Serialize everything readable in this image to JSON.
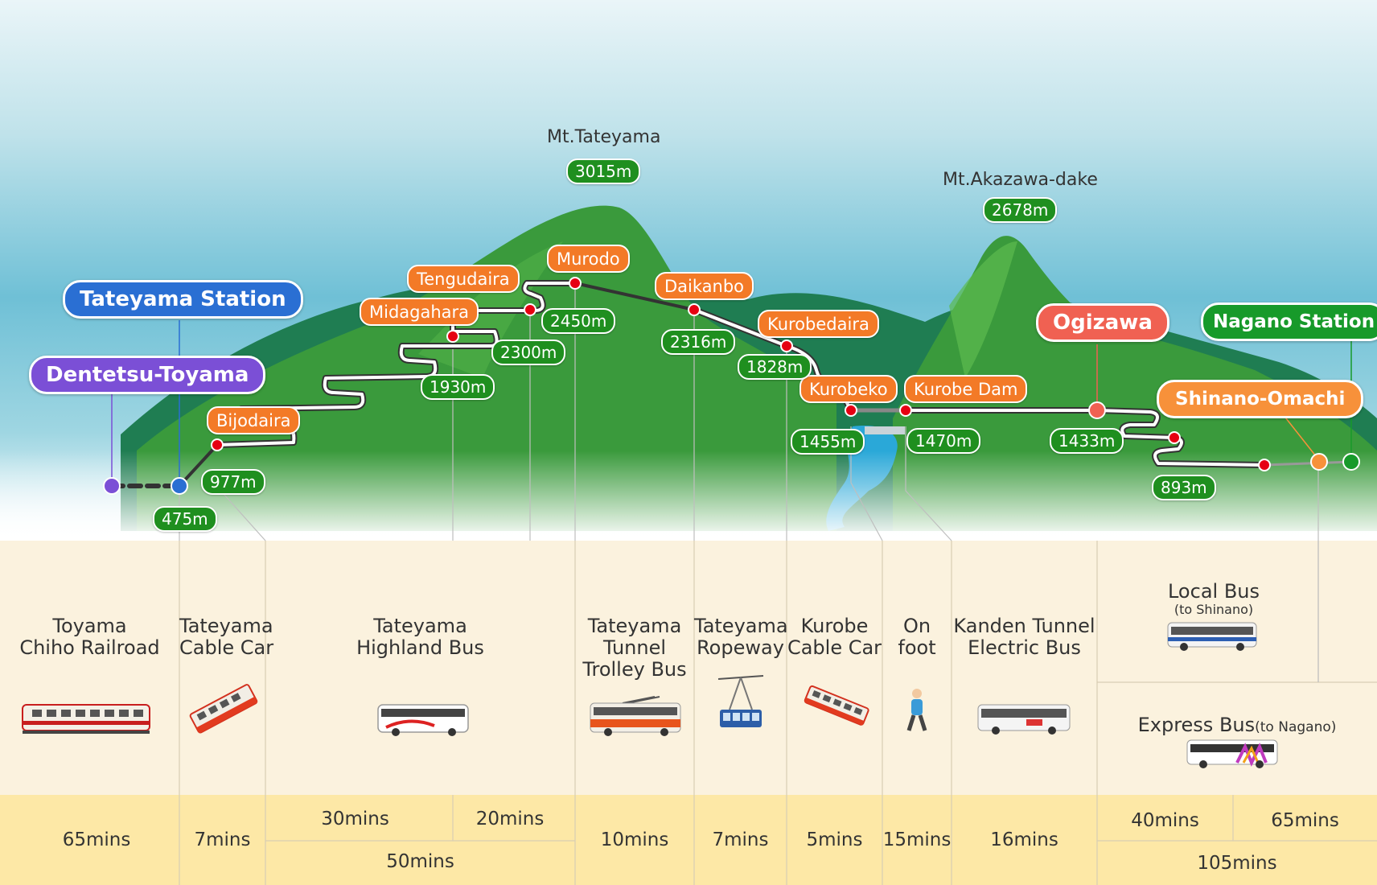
{
  "peaks": [
    {
      "name": "Mt.Tateyama",
      "height": "3015m"
    },
    {
      "name": "Mt.Akazawa-dake",
      "height": "2678m"
    }
  ],
  "terminals": {
    "tateyama_station": "Tateyama Station",
    "dentetsu_toyama": "Dentetsu-Toyama",
    "ogizawa": "Ogizawa",
    "nagano_station": "Nagano Station",
    "shinano_omachi": "Shinano-Omachi"
  },
  "stations": [
    {
      "name": "Bijodaira",
      "alt": "977m"
    },
    {
      "name": "Midagahara",
      "alt": "1930m"
    },
    {
      "name": "Tengudaira",
      "alt": "2300m"
    },
    {
      "name": "Murodo",
      "alt": "2450m"
    },
    {
      "name": "Daikanbo",
      "alt": "2316m"
    },
    {
      "name": "Kurobedaira",
      "alt": "1828m"
    },
    {
      "name": "Kurobeko",
      "alt": "1455m"
    },
    {
      "name": "Kurobe Dam",
      "alt": "1470m"
    }
  ],
  "altitudes": {
    "tateyama": "475m",
    "ogizawa": "1433m",
    "omachi_side": "893m"
  },
  "transports": [
    {
      "lines": [
        "Toyama",
        "Chiho Railroad"
      ],
      "icon": "train-icon",
      "time": "65mins"
    },
    {
      "lines": [
        "Tateyama",
        "Cable Car"
      ],
      "icon": "cable-car-icon",
      "time": "7mins"
    },
    {
      "lines": [
        "Tateyama",
        "Highland Bus"
      ],
      "icon": "bus-icon",
      "time_a": "30mins",
      "time_b": "20mins",
      "time_total": "50mins"
    },
    {
      "lines": [
        "Tateyama",
        "Tunnel",
        "Trolley Bus"
      ],
      "icon": "trolley-bus-icon",
      "time": "10mins"
    },
    {
      "lines": [
        "Tateyama",
        "Ropeway"
      ],
      "icon": "ropeway-icon",
      "time": "7mins"
    },
    {
      "lines": [
        "Kurobe",
        "Cable Car"
      ],
      "icon": "cable-car-icon",
      "time": "5mins"
    },
    {
      "lines": [
        "On",
        "foot"
      ],
      "icon": "walker-icon",
      "time": "15mins"
    },
    {
      "lines": [
        "Kanden Tunnel",
        "Electric Bus"
      ],
      "icon": "electric-bus-icon",
      "time": "16mins"
    }
  ],
  "local_bus": {
    "label": "Local Bus",
    "sub": "(to Shinano)",
    "icon": "local-bus-icon",
    "time_a": "40mins",
    "time_b": "65mins"
  },
  "express_bus": {
    "label": "Express Bus",
    "sub": "(to Nagano)",
    "icon": "express-bus-icon",
    "time_total": "105mins"
  },
  "colors": {
    "station_pill": "#f37a27",
    "altitude_pill": "#1f8f1f",
    "tateyama_station": "#2a6fd3",
    "dentetsu_toyama": "#7b4fd6",
    "ogizawa": "#f06152",
    "nagano_station": "#179a2a",
    "shinano_omachi": "#f7913a",
    "panel": "#fbf2de",
    "time_band": "#fde8a6"
  }
}
